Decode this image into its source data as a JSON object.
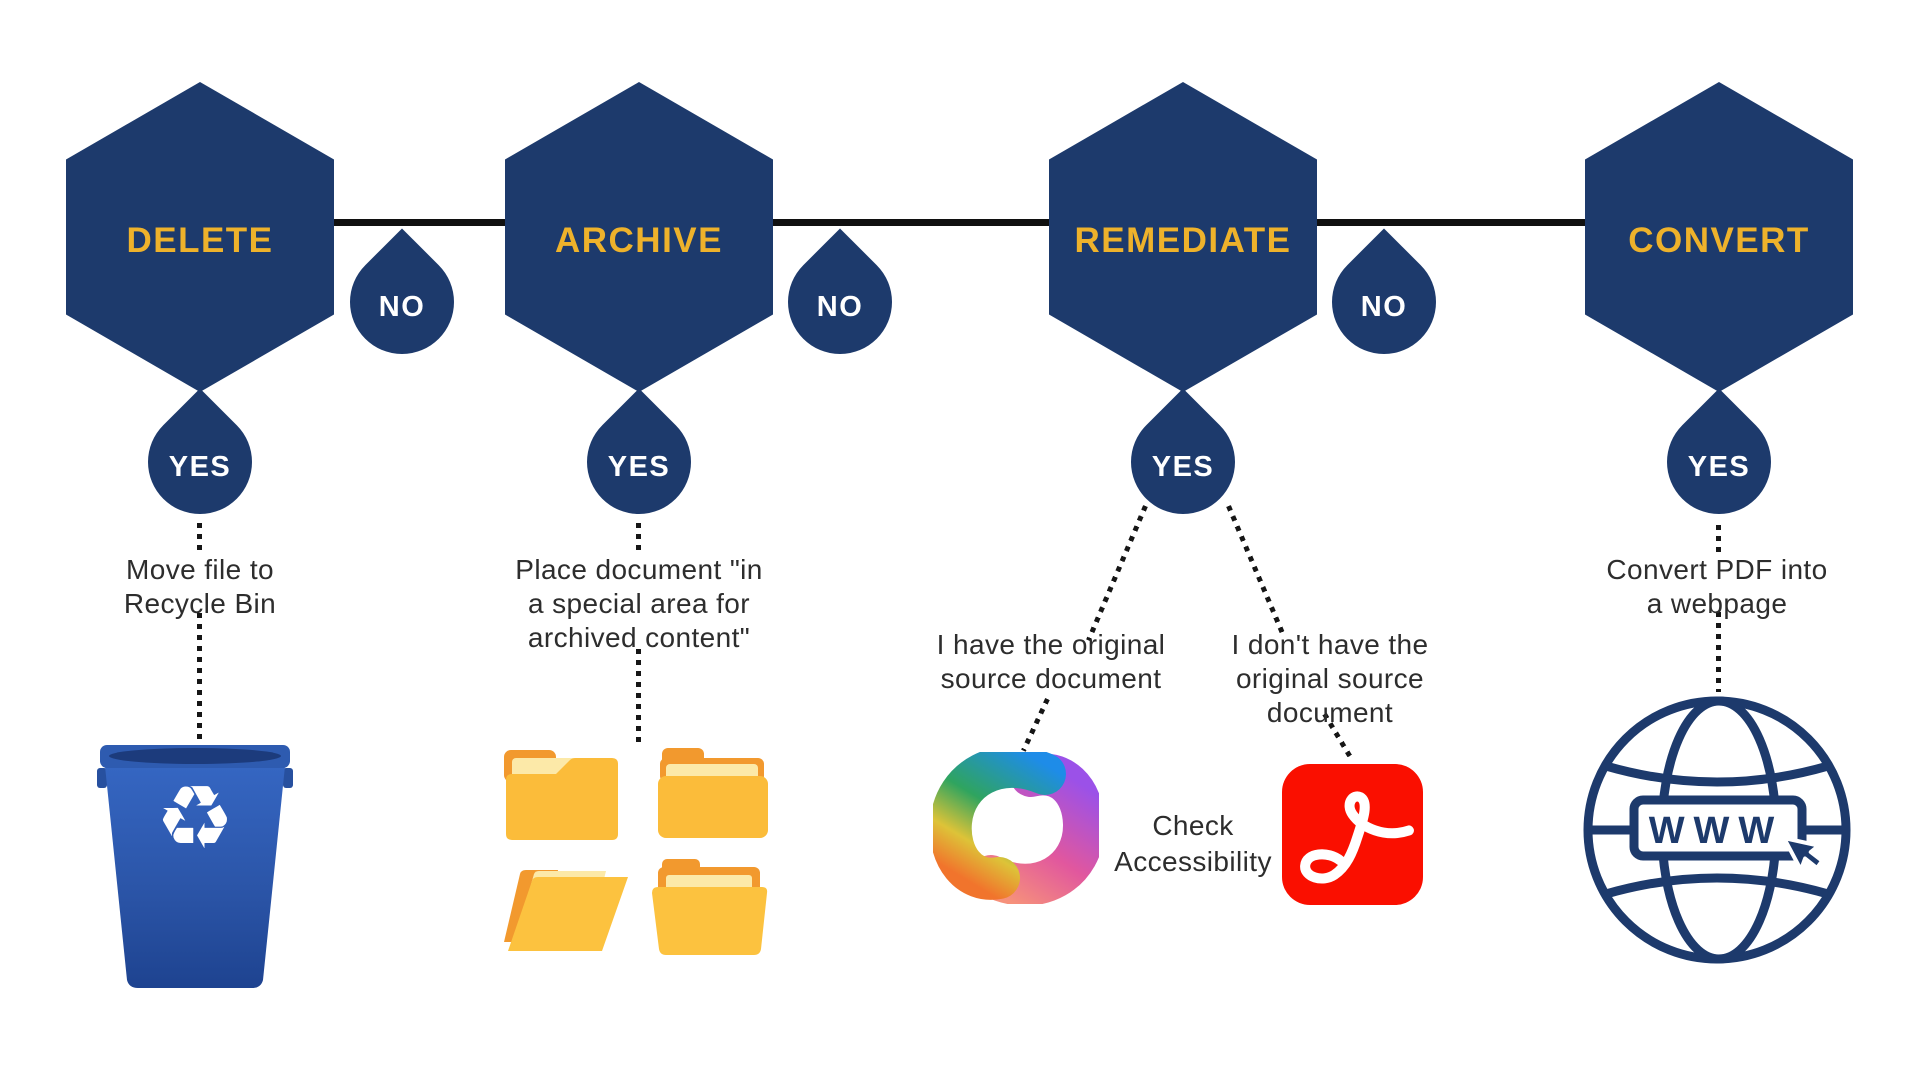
{
  "colors": {
    "navy": "#1d3a6c",
    "gold": "#eeb22b",
    "line_black": "#101010",
    "caption_gray": "#2d2d2d",
    "acrobat_red": "#fa0f00",
    "bin_blue": "#2b55a8",
    "folder_yellow": "#fbbc3a",
    "folder_orange": "#f2992e",
    "folder_paper": "#fce9a8"
  },
  "steps": [
    {
      "label": "DELETE",
      "yes": "YES",
      "caption": [
        "Move file to",
        "Recycle Bin"
      ],
      "icon": "recycle-bin"
    },
    {
      "label": "ARCHIVE",
      "yes": "YES",
      "caption": [
        "Place document \"in",
        "a special area for",
        "archived content\""
      ],
      "icon": "folders"
    },
    {
      "label": "REMEDIATE",
      "yes": "YES",
      "branch_left": [
        "I have the original",
        "source document"
      ],
      "branch_right": [
        "I don't have the",
        "original source",
        "document"
      ],
      "note": [
        "Check",
        "Accessibility"
      ],
      "icon_left": "copilot-logo",
      "icon_right": "acrobat-logo"
    },
    {
      "label": "CONVERT",
      "yes": "YES",
      "caption": [
        "Convert PDF into",
        "a webpage"
      ],
      "icon": "globe-www"
    }
  ],
  "no_labels": [
    "NO",
    "NO",
    "NO"
  ],
  "globe": {
    "banner": "WWW"
  },
  "bin": {
    "recycle_glyph": "♻"
  }
}
